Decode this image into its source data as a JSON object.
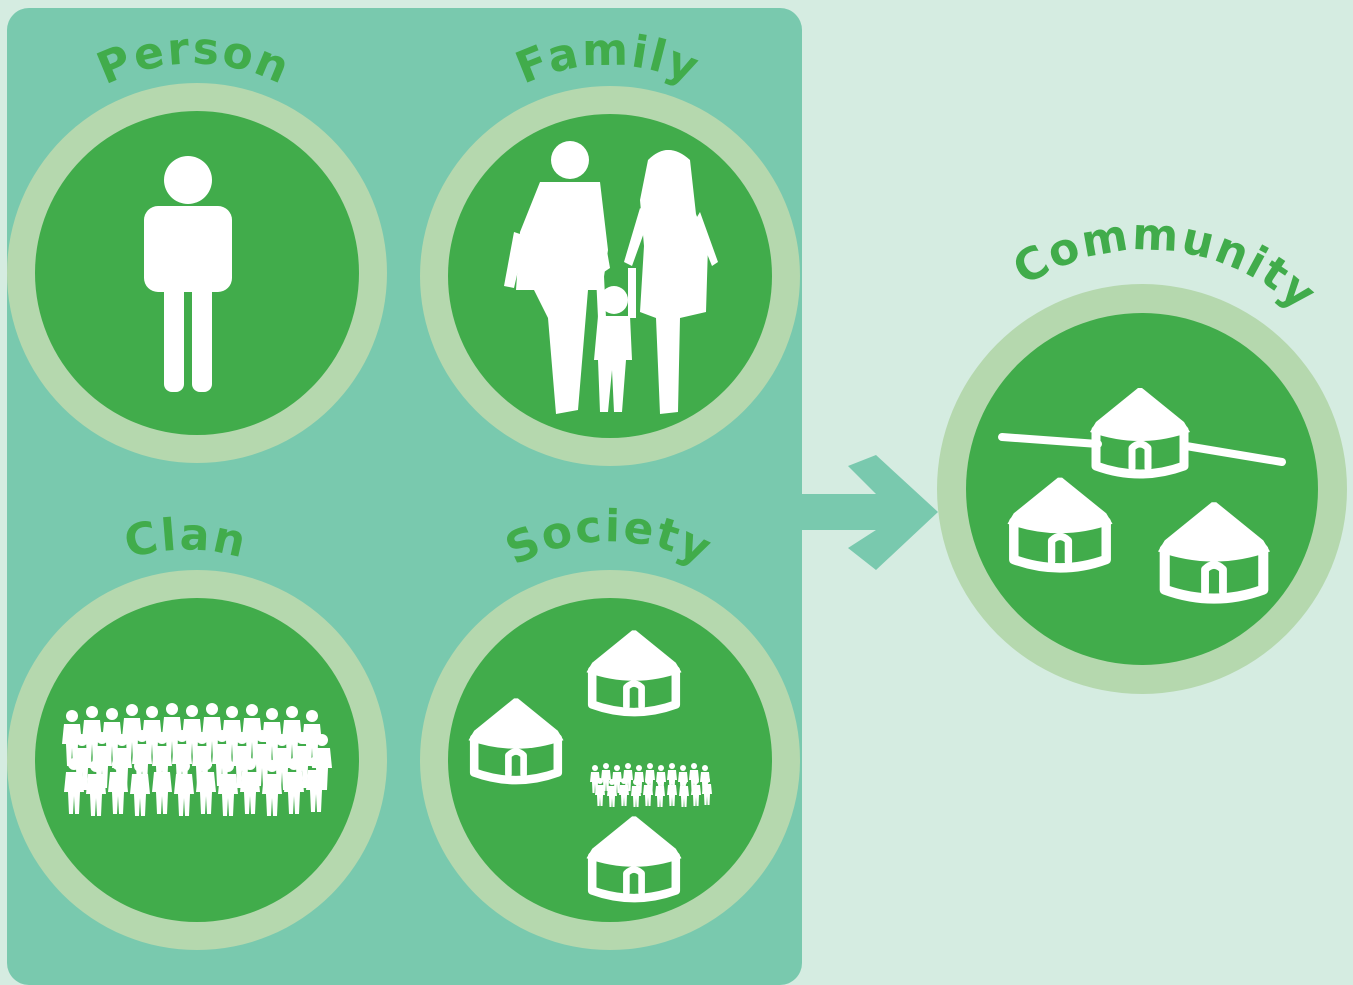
{
  "colors": {
    "background": "#d5ece1",
    "panel": "#79c9ae",
    "ring": "#b5d8ae",
    "circle": "#41ac4b",
    "label": "#41ac4b",
    "arrow": "#79c9ae",
    "icon": "#ffffff"
  },
  "nodes": {
    "person": {
      "label": "Person",
      "icon": "person-icon"
    },
    "family": {
      "label": "Family",
      "icon": "family-icon"
    },
    "clan": {
      "label": "Clan",
      "icon": "crowd-icon"
    },
    "society": {
      "label": "Society",
      "icon": "village-icon"
    },
    "community": {
      "label": "Community",
      "icon": "connected-huts-icon"
    }
  }
}
